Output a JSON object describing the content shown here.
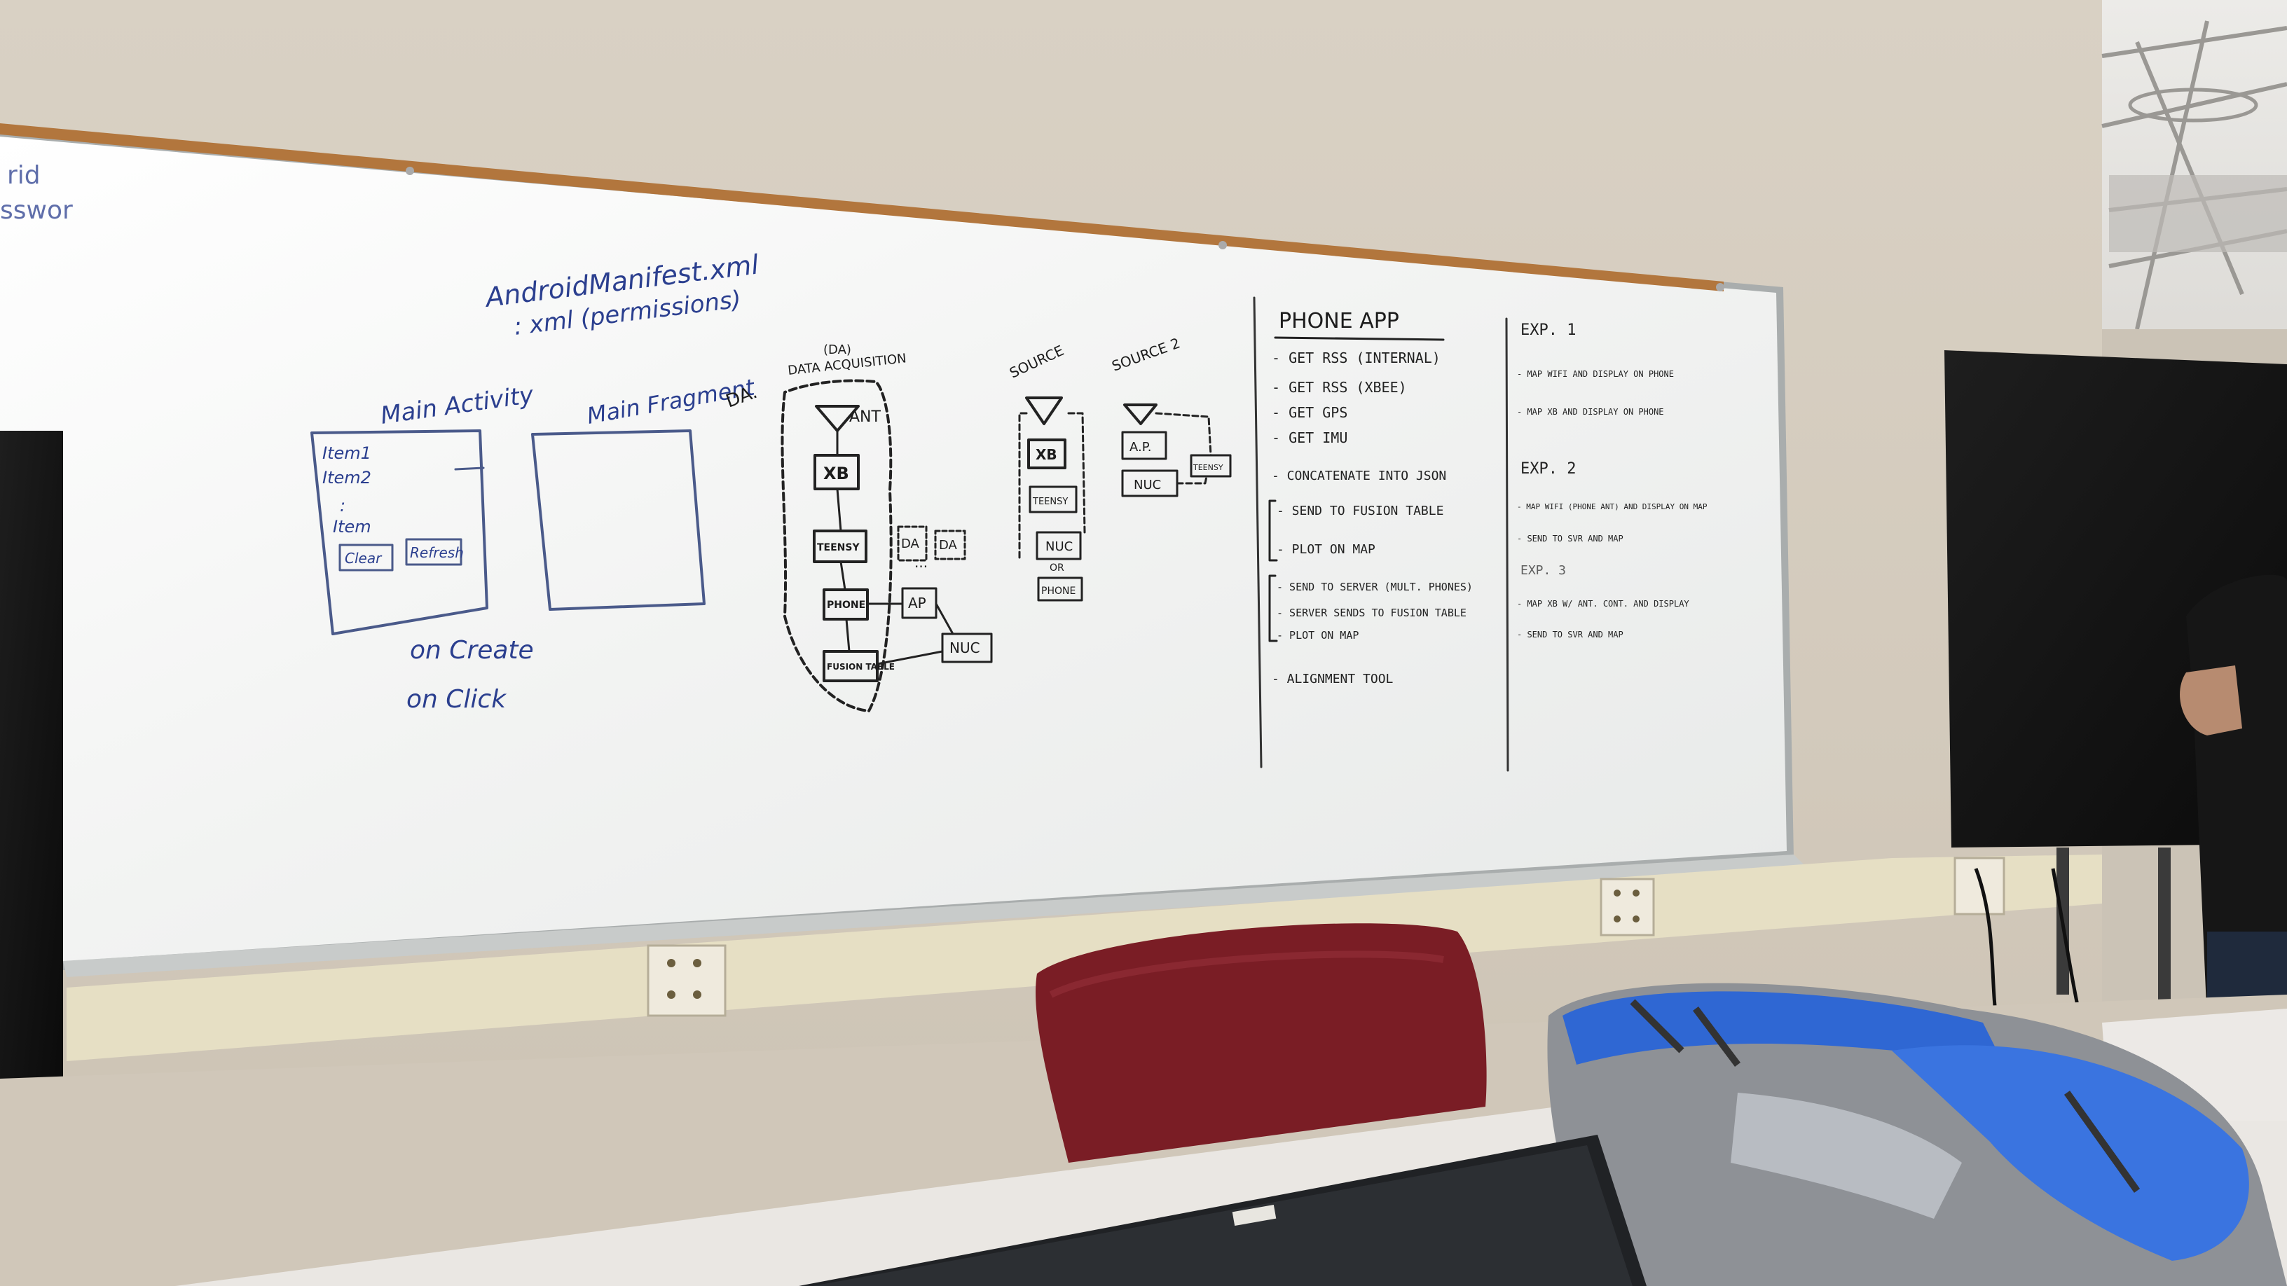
{
  "left_edge_text": [
    "rid",
    "sswor"
  ],
  "manifest": [
    "AndroidManifest.xml",
    ": xml (permissions)"
  ],
  "main_activity": {
    "label": "Main Activity",
    "items": [
      "Item1",
      "Item2",
      ":",
      "Item"
    ],
    "buttons": [
      "Clear",
      "Refresh"
    ],
    "notes": [
      "on Create",
      "on Click"
    ]
  },
  "main_fragment": {
    "label": "Main Fragment"
  },
  "data_acquisition": {
    "side_label": "DA.",
    "title_top": "(DA)",
    "title": "DATA ACQUISITION",
    "blocks": [
      "ANT",
      "XB",
      "TEENSY",
      "PHONE",
      "FUSION TABLE"
    ],
    "aux": [
      "DA",
      "DA",
      "...",
      "AP",
      "NUC"
    ]
  },
  "source1": {
    "label": "SOURCE",
    "blocks": [
      "XB",
      "TEENSY",
      "NUC",
      "OR",
      "PHONE"
    ]
  },
  "source2": {
    "label": "SOURCE 2",
    "blocks": [
      "A.P.",
      "NUC",
      "TEENSY"
    ]
  },
  "phone_app": {
    "title": "PHONE APP",
    "items": [
      "- GET RSS (INTERNAL)",
      "- GET RSS (XBEE)",
      "- GET GPS",
      "- GET IMU",
      "- CONCATENATE INTO JSON",
      "- SEND TO FUSION TABLE",
      "- PLOT ON MAP",
      "- SEND TO SERVER (MULT. PHONES)",
      "- SERVER SENDS TO FUSION TABLE",
      "- PLOT ON MAP",
      "- ALIGNMENT TOOL"
    ]
  },
  "experiments": [
    {
      "title": "EXP. 1",
      "lines": [
        "- MAP WIFI AND DISPLAY ON PHONE",
        "- MAP XB AND DISPLAY ON PHONE"
      ]
    },
    {
      "title": "EXP. 2",
      "lines": [
        "- MAP WIFI (PHONE ANT) AND DISPLAY ON MAP",
        "- SEND TO SVR AND MAP"
      ]
    },
    {
      "title": "EXP. 3",
      "lines": [
        "- MAP XB W/ ANT. CONT. AND DISPLAY",
        "- SEND TO SVR AND MAP"
      ]
    }
  ],
  "colors": {
    "board": "#f4f5f4",
    "marker_blue": "#2b3f8f",
    "marker_black": "#1c1c1c",
    "chair": "#7a1d25",
    "backpack_blue": "#2f67d3",
    "backpack_gray": "#8e9196",
    "monitor": "#141414"
  }
}
